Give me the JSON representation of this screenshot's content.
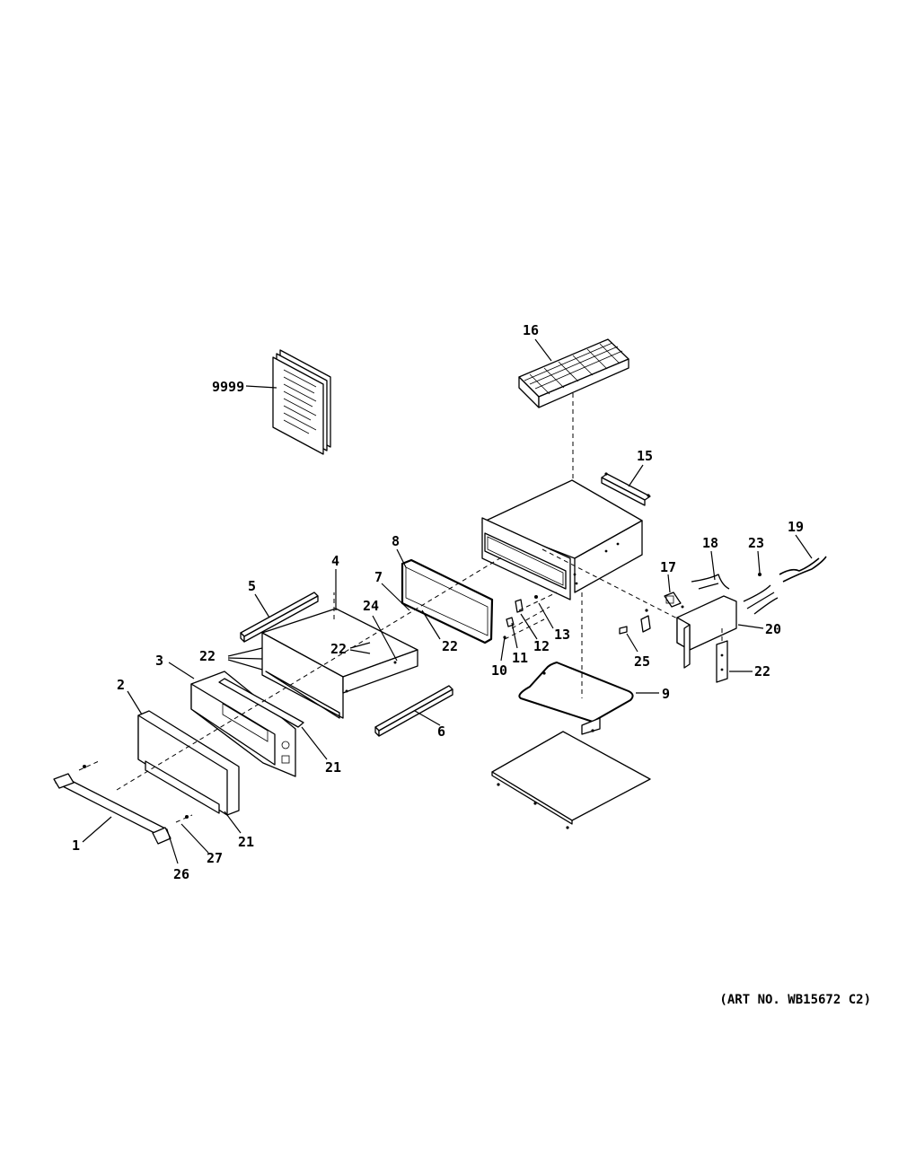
{
  "diagram": {
    "art_number": "(ART NO. WB15672 C2)",
    "callouts": [
      "9999",
      "16",
      "15",
      "8",
      "4",
      "5",
      "7",
      "24",
      "22",
      "22",
      "22",
      "3",
      "2",
      "21",
      "21",
      "6",
      "1",
      "26",
      "27",
      "17",
      "18",
      "23",
      "19",
      "20",
      "22",
      "12",
      "13",
      "11",
      "10",
      "25",
      "9"
    ]
  }
}
